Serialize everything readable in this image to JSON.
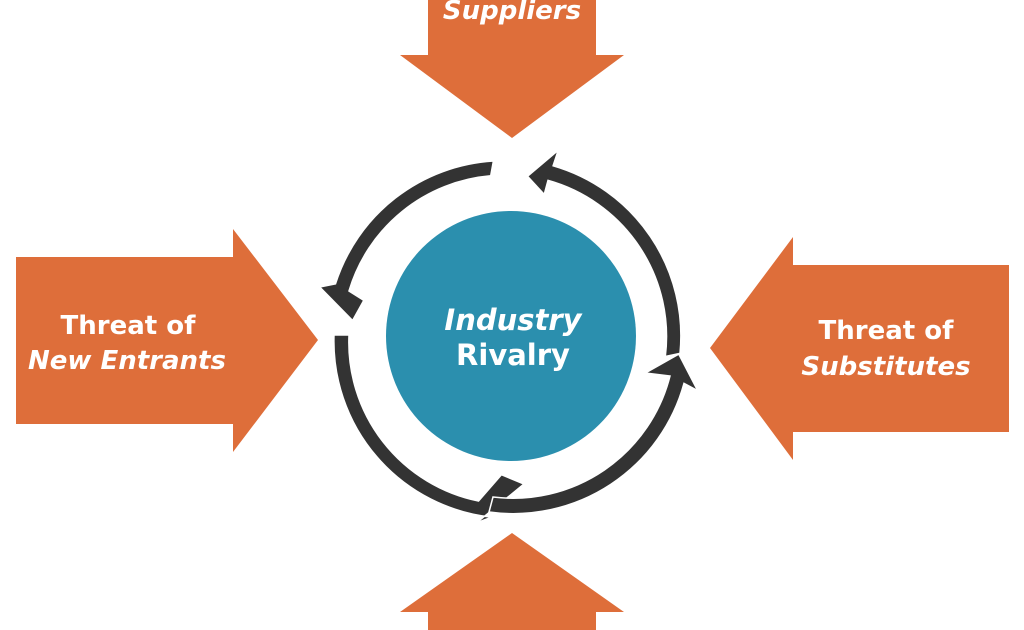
{
  "colors": {
    "arrow_fill": "#DE6E3A",
    "ring_fill": "#333333",
    "ring_edge": "#ffffff",
    "center_fill": "#2B8FAE",
    "text": "#ffffff",
    "background": "#ffffff"
  },
  "top_force": {
    "line1": "Suppliers"
  },
  "left_force": {
    "line1": "Threat of",
    "line2": "New Entrants"
  },
  "right_force": {
    "line1": "Threat of",
    "line2": "Substitutes"
  },
  "center": {
    "line1": "Industry",
    "line2": "Rivalry"
  }
}
